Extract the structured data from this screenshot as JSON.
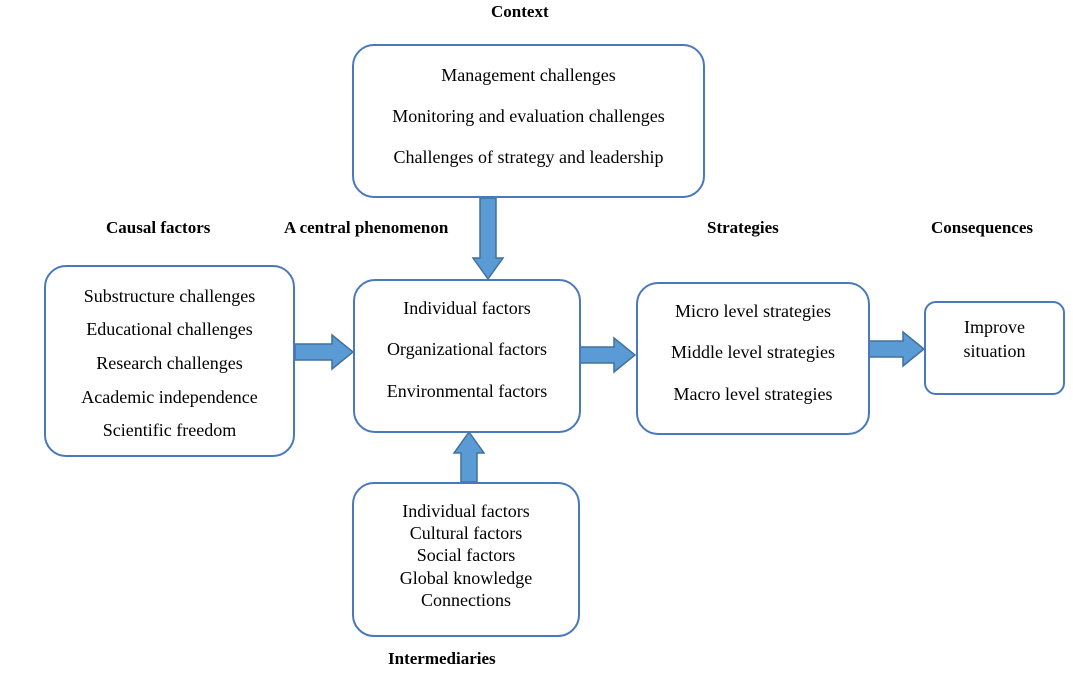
{
  "headings": {
    "context": "Context",
    "causal": "Causal factors",
    "central": "A central phenomenon",
    "strategies": "Strategies",
    "consequences": "Consequences",
    "intermediaries": "Intermediaries"
  },
  "context_box": {
    "items": [
      "Management challenges",
      "Monitoring and evaluation challenges",
      "Challenges of strategy and leadership"
    ]
  },
  "causal_box": {
    "items": [
      "Substructure challenges",
      "Educational challenges",
      "Research challenges",
      "Academic independence",
      "Scientific freedom"
    ]
  },
  "central_box": {
    "items": [
      "Individual factors",
      "Organizational factors",
      "Environmental factors"
    ]
  },
  "strategies_box": {
    "items": [
      "Micro level strategies",
      "Middle level strategies",
      "Macro level strategies"
    ]
  },
  "consequences_box": {
    "items": [
      "Improve",
      "situation"
    ]
  },
  "intermediaries_box": {
    "items": [
      "Individual factors",
      "Cultural factors",
      "Social factors",
      "Global knowledge",
      "Connections"
    ]
  },
  "colors": {
    "border": "#4a78bd",
    "arrow_fill": "#5b9bd5",
    "arrow_stroke": "#41719c"
  }
}
